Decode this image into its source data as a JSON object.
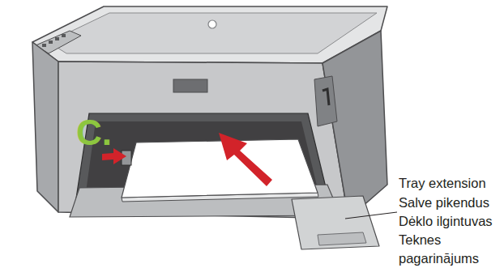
{
  "diagram": {
    "labels": [
      "C.",
      "Tray extension",
      "Salve pikendus",
      "Dėklo ilgintuvas",
      "Teknes pagarinājums"
    ]
  }
}
